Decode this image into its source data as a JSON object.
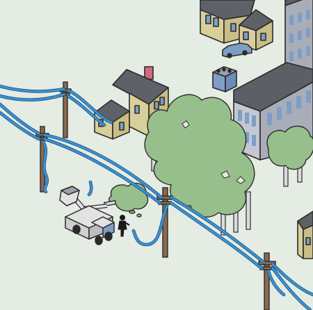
{
  "scene": {
    "colors": {
      "background": "#e4ece3",
      "power_line": "#3c92d4",
      "pole": "#8a6a4e",
      "house_wall": "#d8cf9a",
      "house_roof": "#5e6268",
      "window": "#7e9ec6",
      "building_wall": "#a8adb8",
      "building_roof": "#5c5f66",
      "tree_foliage": "#96bf8c",
      "tree_trunk": "#dcdcdc",
      "truck_body": "#e2e2e2",
      "worker": "#1a1a1a",
      "outline": "#2a2a2a"
    },
    "elements": [
      "power-lines",
      "utility-poles",
      "houses",
      "office-buildings",
      "trees",
      "bucket-truck",
      "utility-worker",
      "fallen-tree",
      "parked-car",
      "ac-unit"
    ]
  }
}
